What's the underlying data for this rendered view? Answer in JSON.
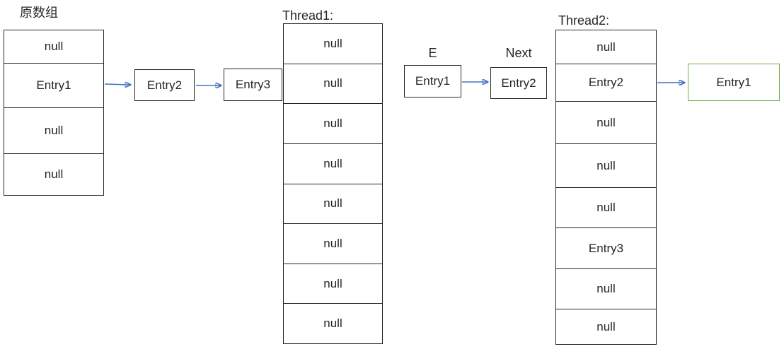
{
  "diagram": {
    "original_array": {
      "label": "原数组",
      "cells": [
        "null",
        "Entry1",
        "null",
        "null"
      ]
    },
    "chain": {
      "entry2": "Entry2",
      "entry3": "Entry3"
    },
    "thread1": {
      "label": "Thread1:",
      "cells": [
        "null",
        "null",
        "null",
        "null",
        "null",
        "null",
        "null",
        "null"
      ]
    },
    "pointers": {
      "e_label": "E",
      "e_box": "Entry1",
      "next_label": "Next",
      "next_box": "Entry2"
    },
    "thread2": {
      "label": "Thread2:",
      "cells": [
        "null",
        "Entry2",
        "null",
        "null",
        "null",
        "Entry3",
        "null",
        "null"
      ]
    },
    "moved_node": "Entry1",
    "colors": {
      "arrow": "#4472c4",
      "highlight": "#70ad47",
      "line": "#262626"
    }
  }
}
